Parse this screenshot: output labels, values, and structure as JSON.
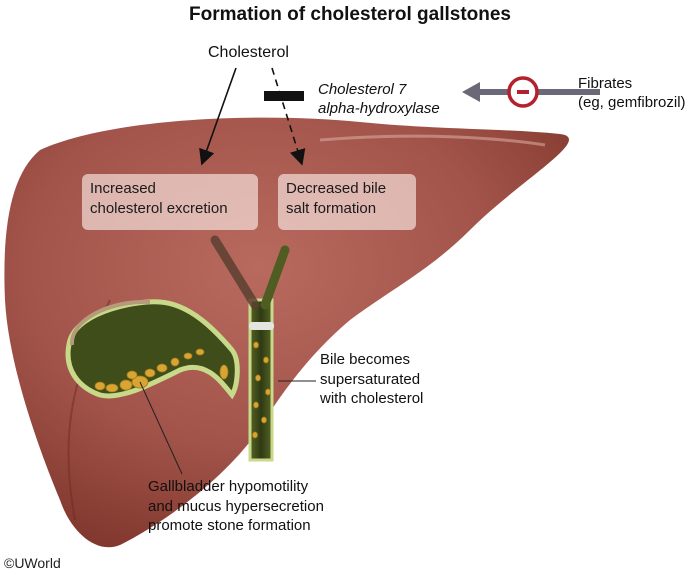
{
  "title": "Formation of cholesterol gallstones",
  "labels": {
    "cholesterol": "Cholesterol",
    "enzyme_line1": "Cholesterol 7",
    "enzyme_line2": "alpha-hydroxylase",
    "fibrates_line1": "Fibrates",
    "fibrates_line2": "(eg, gemfibrozil)",
    "inhibition_symbol": "−"
  },
  "callouts": {
    "excretion_line1": "Increased",
    "excretion_line2": "cholesterol excretion",
    "bile_salt_line1": "Decreased bile",
    "bile_salt_line2": "salt formation"
  },
  "annotations": {
    "bile_line1": "Bile becomes",
    "bile_line2": "supersaturated",
    "bile_line3": "with cholesterol",
    "gb_line1": "Gallbladder hypomotility",
    "gb_line2": "and mucus hypersecretion",
    "gb_line3": "promote stone formation"
  },
  "copyright": "©UWorld",
  "colors": {
    "liver": "#a3544a",
    "liver_dark": "#7a3128",
    "inhibitor_ring": "#b5202e",
    "arrow_gray": "#6b6878",
    "bile_green": "#3e4a1c",
    "gallbladder_wall": "#c8d98a",
    "stone_yellow": "#d9a532"
  }
}
